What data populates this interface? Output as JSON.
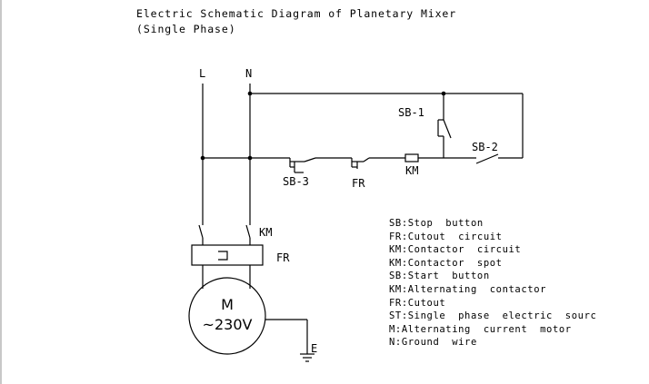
{
  "title": {
    "line1": "Electric Schematic Diagram of Planetary Mixer",
    "line2": "(Single Phase)"
  },
  "labels": {
    "L": "L",
    "N": "N",
    "SB1": "SB-1",
    "SB2": "SB-2",
    "SB3": "SB-3",
    "FR_top": "FR",
    "KM_top": "KM",
    "KM_bottom": "KM",
    "FR_bottom": "FR",
    "motor_M": "M",
    "motor_voltage": "~230V",
    "E": "E"
  },
  "legend": [
    "SB:Stop  button",
    "FR:Cutout  circuit",
    "KM:Contactor  circuit",
    "KM:Contactor  spot",
    "SB:Start  button",
    "KM:Alternating  contactor",
    "FR:Cutout",
    "ST:Single  phase  electric  sourc",
    "M:Alternating  current  motor",
    "N:Ground  wire"
  ]
}
